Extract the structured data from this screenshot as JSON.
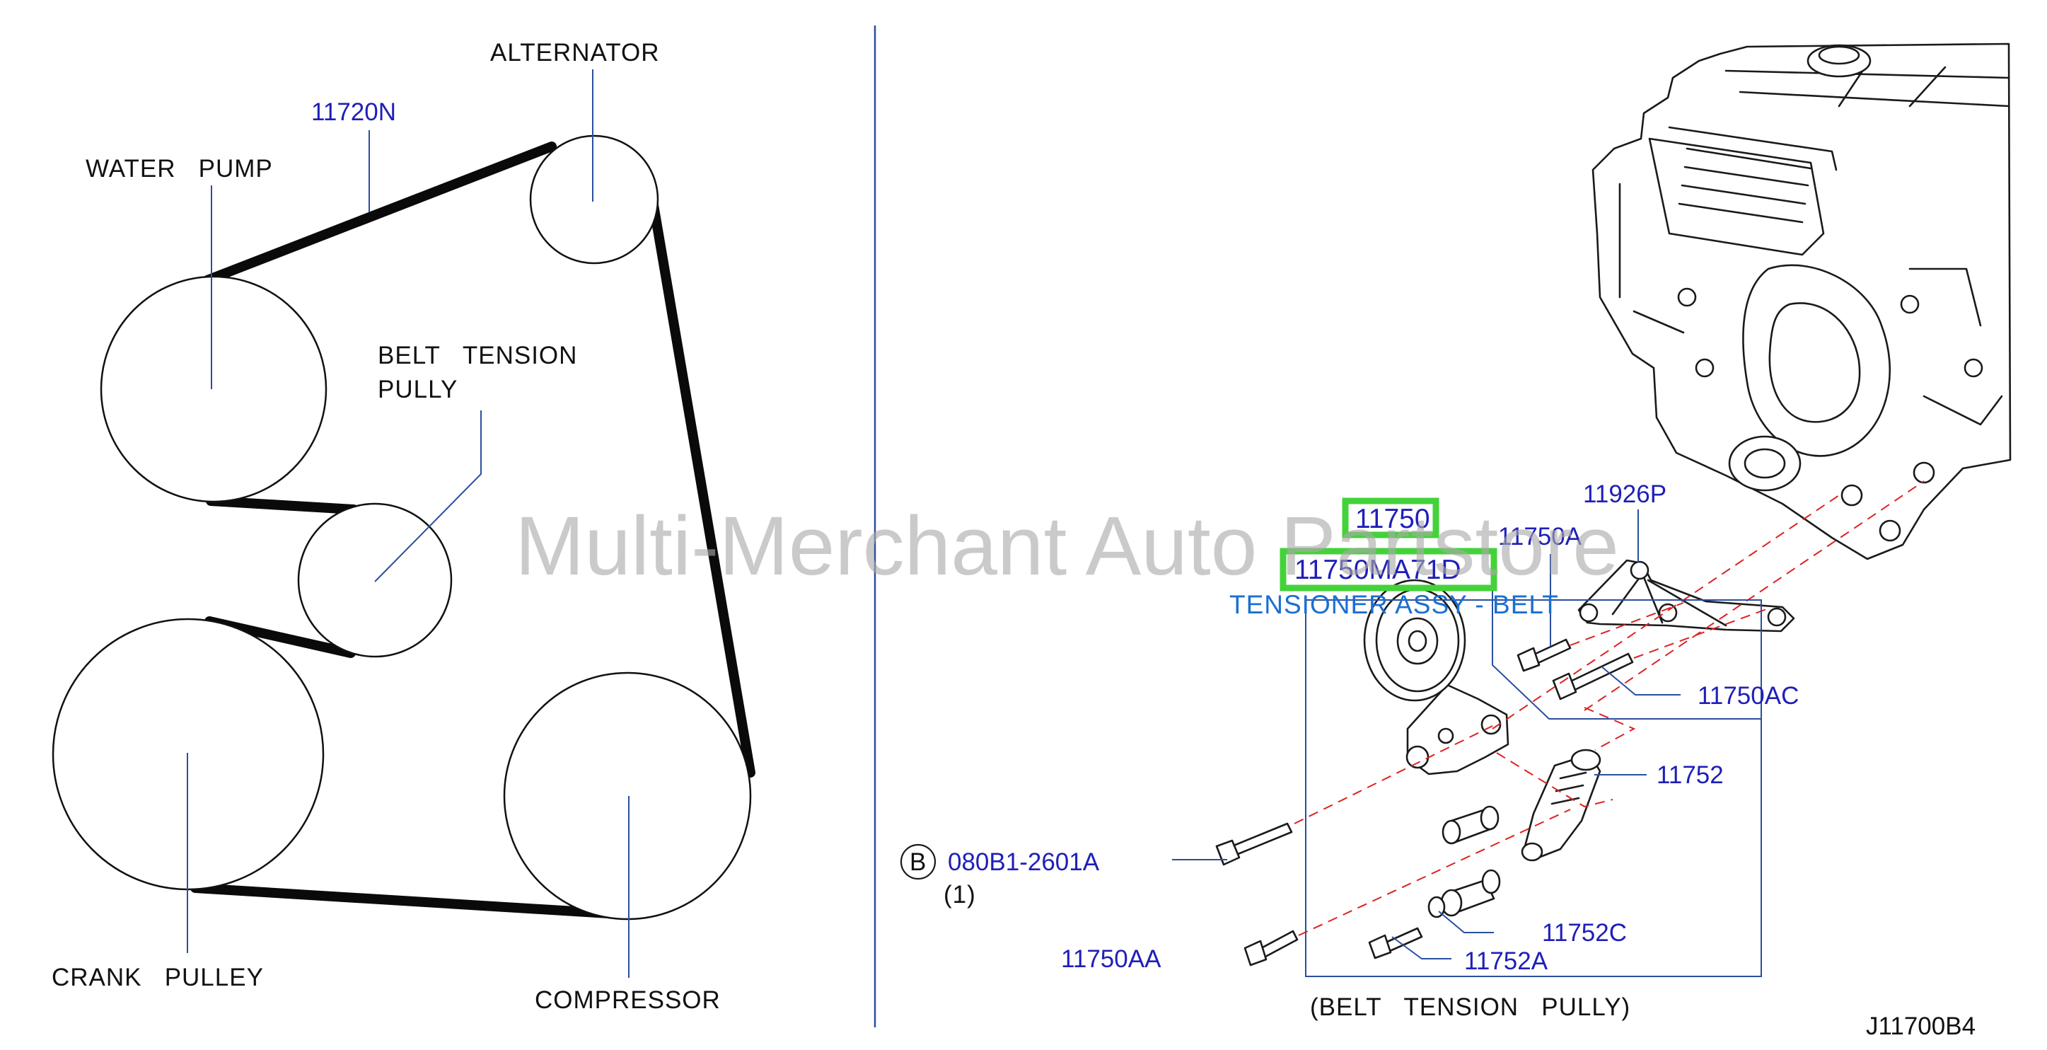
{
  "colors": {
    "part_number": "#1f1fb8",
    "description": "#1a6fd0",
    "leader_line": "#2a4f9e",
    "highlight": "#44d23a",
    "divider": "#2a4f9e"
  },
  "left_panel": {
    "belt_part": "11720N",
    "alternator": "ALTERNATOR",
    "water_pump": "WATER   PUMP",
    "belt_tension_line1": "BELT   TENSION",
    "belt_tension_line2": "PULLY",
    "crank_pulley": "CRANK   PULLEY",
    "compressor": "COMPRESSOR"
  },
  "right_panel": {
    "part_11750": "11750",
    "part_11750MA71D": "11750MA71D",
    "tensioner_desc": "TENSIONER ASSY - BELT",
    "part_11750A": "11750A",
    "part_11926P": "11926P",
    "part_11750AC": "11750AC",
    "part_11752": "11752",
    "bolt_marker": "B",
    "bolt_part": "080B1-2601A",
    "bolt_qty": "(1)",
    "part_11750AA": "11750AA",
    "part_11752C": "11752C",
    "part_11752A": "11752A",
    "group_caption": "(BELT   TENSION   PULLY)",
    "diagram_code": "J11700B4"
  },
  "watermark": "Multi-Merchant Auto Partstore"
}
